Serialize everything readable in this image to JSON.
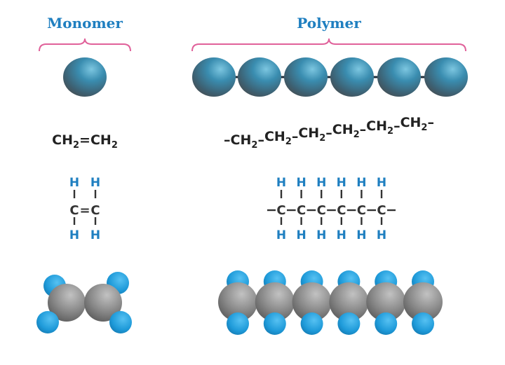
{
  "headings": {
    "monomer": "Monomer",
    "polymer": "Polymer"
  },
  "formulas": {
    "monomer_condensed": {
      "parts": [
        "CH",
        "2",
        "=CH",
        "2"
      ]
    },
    "polymer_condensed": {
      "prefix": "–",
      "unit": "CH",
      "subscript": "2",
      "joiner": "–",
      "suffix": "–",
      "repeat": 6
    }
  },
  "structural": {
    "hydrogen": "H",
    "carbon": "C",
    "double_bond": "=",
    "single_bond": "–",
    "monomer_carbons": 2,
    "polymer_carbons": 6
  },
  "colors": {
    "heading": "#1f7fc0",
    "bracket": "#e0619a",
    "bead": "#3a8db0",
    "hydrogen_atom": "#1e9ad9",
    "carbon_atom": "#808080",
    "formula_text": "#222222"
  }
}
